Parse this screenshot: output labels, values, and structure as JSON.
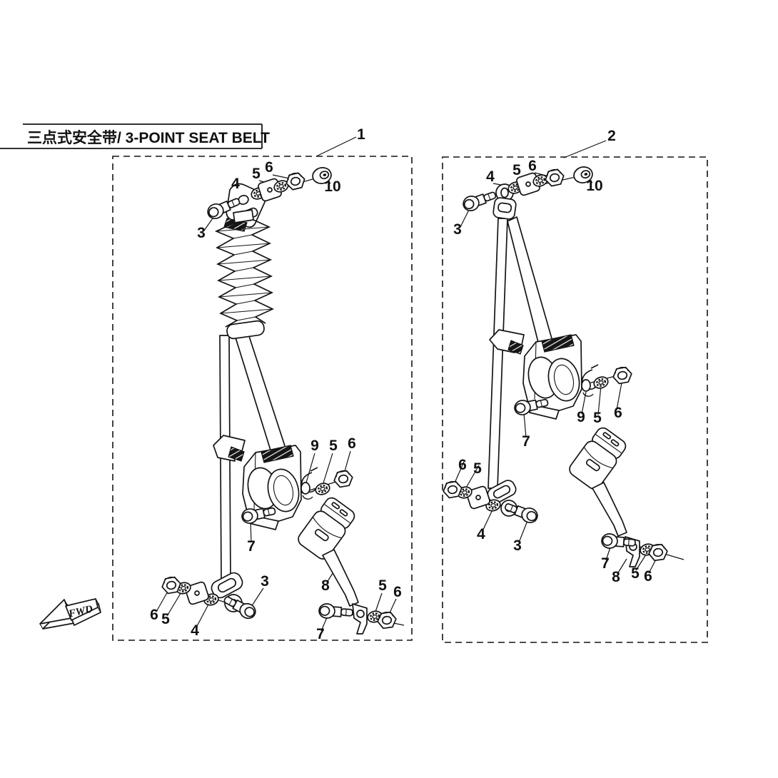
{
  "title": "三点式安全带/ 3-POINT SEAT BELT",
  "direction_indicator": "FWD",
  "figures": [
    {
      "ref": "1",
      "callouts": [
        "5",
        "6",
        "10",
        "4",
        "3",
        "9",
        "5",
        "6",
        "7",
        "8",
        "5",
        "6",
        "7",
        "6",
        "5",
        "4",
        "3"
      ]
    },
    {
      "ref": "2",
      "callouts": [
        "4",
        "5",
        "6",
        "10",
        "3",
        "9",
        "5",
        "6",
        "7",
        "6",
        "5",
        "4",
        "3",
        "7",
        "8",
        "5",
        "6"
      ]
    }
  ]
}
